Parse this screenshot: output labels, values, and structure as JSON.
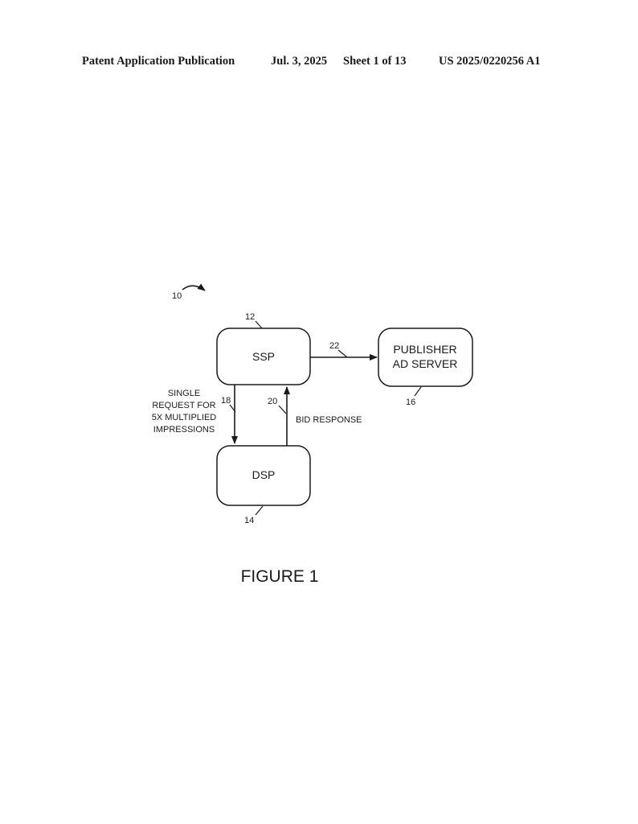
{
  "header": {
    "publication": "Patent Application Publication",
    "date": "Jul. 3, 2025",
    "sheet": "Sheet 1 of 13",
    "number": "US 2025/0220256 A1"
  },
  "diagram": {
    "system_ref": "10",
    "nodes": {
      "ssp": {
        "label": "SSP",
        "ref": "12"
      },
      "dsp": {
        "label": "DSP",
        "ref": "14"
      },
      "publisher": {
        "label_line1": "PUBLISHER",
        "label_line2": "AD SERVER",
        "ref": "16"
      }
    },
    "edges": {
      "request": {
        "ref": "18",
        "label_lines": [
          "SINGLE",
          "REQUEST FOR",
          "5X MULTIPLIED",
          "IMPRESSIONS"
        ]
      },
      "response": {
        "ref": "20",
        "label": "BID RESPONSE"
      },
      "to_publisher": {
        "ref": "22"
      }
    }
  },
  "figure_caption": "FIGURE 1"
}
